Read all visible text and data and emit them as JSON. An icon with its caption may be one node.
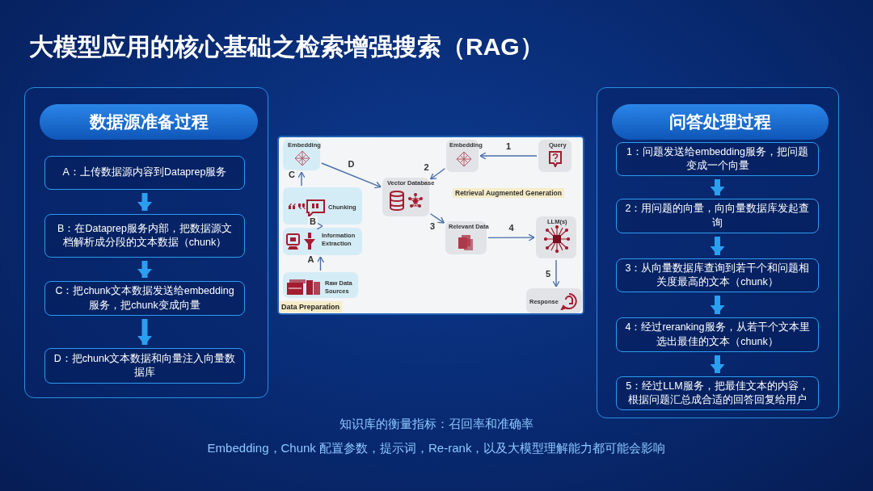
{
  "diagram": {
    "title": "大模型应用的核心基础之检索增强搜索（RAG）",
    "nodes": [
      {
        "text": [
          "数据源准备过程"
        ]
      },
      {
        "text": [
          "A：上传数据源内容到Dataprep服务"
        ],
        "in": 0
      },
      {
        "text": [
          "B：在Dataprep服务内部，把数据源文档解析成分段的文本数据（chunk）"
        ],
        "in": 0
      },
      {
        "text": [
          "C：把chunk文本数据发送给embedding服务，把chunk变成向量"
        ],
        "in": 0
      },
      {
        "text": [
          "D：把chunk文本数据和向量注入向量数据库"
        ],
        "in": 0
      },
      {
        "text": [
          "问答处理过程"
        ]
      },
      {
        "text": [
          "1：问题发送给embedding服务，把问题变成一个向量"
        ],
        "in": 5
      },
      {
        "text": [
          "2：用问题的向量，向向量数据库发起查询"
        ],
        "in": 5
      },
      {
        "text": [
          "3：从向量数据库查询到若干个和问题相关度最高的文本（chunk）"
        ],
        "in": 5
      },
      {
        "text": [
          "4：经过reranking服务，从若干个文本里选出最佳的文本（chunk）"
        ],
        "in": 5
      },
      {
        "text": [
          "5：经过LLM服务，把最佳文本的内容，根据问题汇总成合适的回答回复给用户"
        ],
        "in": 5
      },
      {
        "text": [
          "Embedding"
        ]
      },
      {
        "text": [
          "Chunking"
        ]
      },
      {
        "text": [
          "Information Extraction"
        ]
      },
      {
        "text": [
          "Raw Data Sources"
        ]
      },
      {
        "text": [
          "Vector Database"
        ]
      },
      {
        "text": [
          "Embedding"
        ]
      },
      {
        "text": [
          "Query"
        ]
      },
      {
        "text": [
          "Relevant Data"
        ]
      },
      {
        "text": [
          "LLM(s)"
        ]
      },
      {
        "text": [
          "Response"
        ]
      }
    ],
    "edges": [
      {
        "from": 1,
        "to": 2,
        "arrow": "to",
        "style": "thick",
        "color": "#2a9ff0"
      },
      {
        "from": 2,
        "to": 3,
        "arrow": "to",
        "style": "thick",
        "color": "#2a9ff0"
      },
      {
        "from": 3,
        "to": 4,
        "arrow": "to",
        "style": "thick",
        "color": "#2a9ff0"
      },
      {
        "from": 6,
        "to": 7,
        "arrow": "to",
        "style": "thick",
        "color": "#2a9ff0"
      },
      {
        "from": 7,
        "to": 8,
        "arrow": "to",
        "style": "thick",
        "color": "#2a9ff0"
      },
      {
        "from": 8,
        "to": 9,
        "arrow": "to",
        "style": "thick",
        "color": "#2a9ff0"
      },
      {
        "from": 9,
        "to": 10,
        "arrow": "to",
        "style": "thick",
        "color": "#2a9ff0"
      },
      {
        "from": 14,
        "to": 13,
        "arrow": "to",
        "label": "A"
      },
      {
        "from": 13,
        "to": 12,
        "arrow": "to",
        "label": "B"
      },
      {
        "from": 12,
        "to": 11,
        "arrow": "to",
        "label": "C"
      },
      {
        "from": 11,
        "to": 15,
        "arrow": "to",
        "label": "D"
      },
      {
        "from": 17,
        "to": 16,
        "arrow": "to",
        "label": "1"
      },
      {
        "from": 16,
        "to": 15,
        "arrow": "to",
        "label": "2"
      },
      {
        "from": 15,
        "to": 18,
        "arrow": "to",
        "label": "3"
      },
      {
        "from": 18,
        "to": 19,
        "arrow": "to",
        "label": "4"
      },
      {
        "from": 19,
        "to": 20,
        "arrow": "to",
        "label": "5"
      }
    ],
    "labels": [
      "Retrieval Augmented Generation",
      "Data Preparation",
      "知识库的衡量指标：召回率和准确率",
      "Embedding，Chunk 配置参数，提示词，Re-rank，以及大模型理解能力都可能会影响"
    ]
  }
}
